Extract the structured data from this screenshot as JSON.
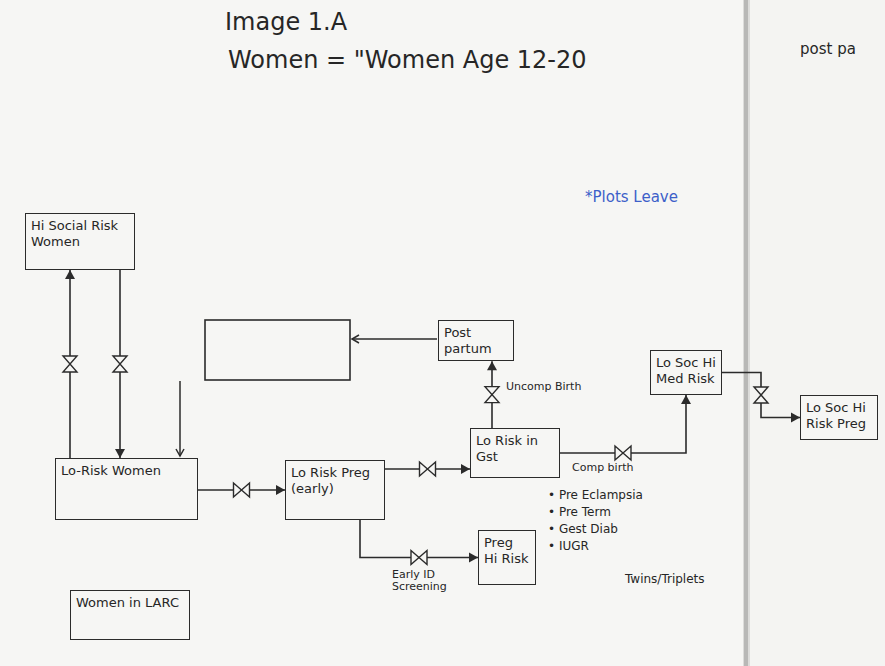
{
  "diagram": {
    "title": "Image 1.A",
    "nodes": [
      {
        "text": [
          "Hi Social Risk Women"
        ]
      },
      {
        "text": [
          "Post partum"
        ]
      },
      {
        "text": [
          "Lo Soc Hi Med Risk"
        ]
      },
      {
        "text": [
          "Lo Soc Hi Risk Preg"
        ]
      },
      {
        "text": [
          "Lo-Risk Women"
        ]
      },
      {
        "text": [
          "Lo Risk Preg (early)"
        ]
      },
      {
        "text": [
          "Lo Risk in Gst"
        ]
      },
      {
        "text": [
          "Preg Hi Risk"
        ]
      },
      {
        "text": [
          "Women in LARC"
        ]
      }
    ],
    "edges": [
      {
        "from": 4,
        "to": 0,
        "arrow": "to"
      },
      {
        "from": 0,
        "to": 4,
        "arrow": "to"
      },
      {
        "from": 4,
        "to": 5,
        "arrow": "to"
      },
      {
        "from": 5,
        "to": 6,
        "arrow": "to"
      },
      {
        "from": 6,
        "to": 1,
        "label": "Uncomp Birth",
        "arrow": "to"
      },
      {
        "from": 6,
        "to": 2,
        "label": "Comp birth",
        "arrow": "to"
      },
      {
        "from": 5,
        "to": 7,
        "label": "Early ID Screening",
        "arrow": "to"
      },
      {
        "from": 2,
        "to": 3,
        "arrow": "to"
      }
    ],
    "labels": [
      "Women = \"Women Age 12-20",
      "*Plots Leave",
      "post pa",
      "• Pre Eclampsia",
      "• Pre Term",
      "• Gest Diab",
      "• IUGR",
      "Twins/Triplets"
    ]
  }
}
